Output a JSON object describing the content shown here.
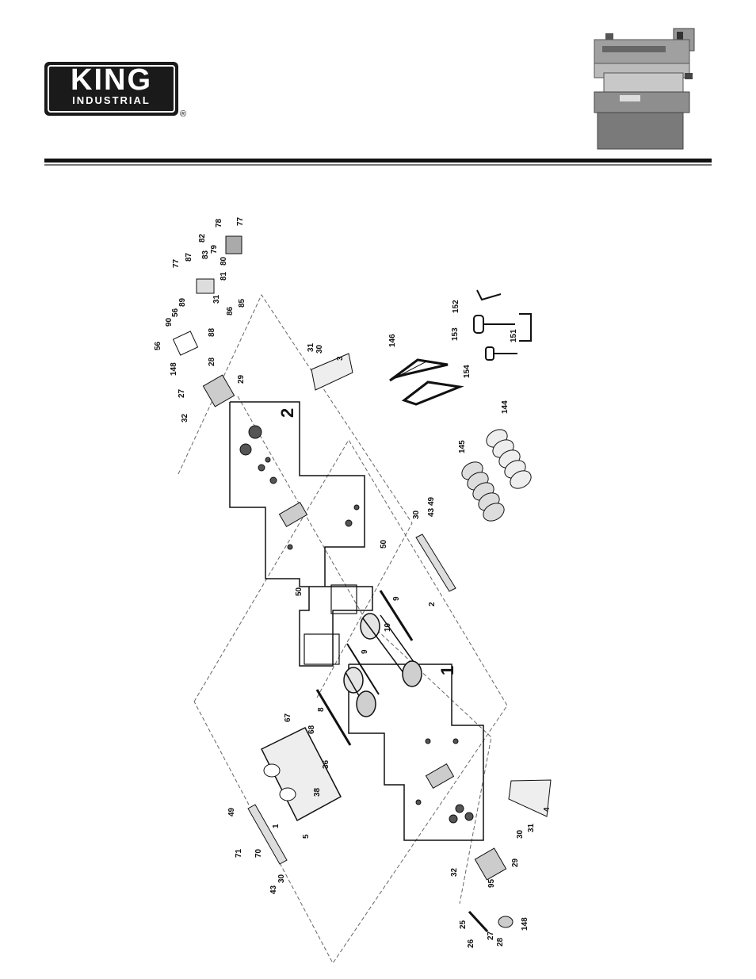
{
  "brand": {
    "name": "KING",
    "subtitle": "INDUSTRIAL",
    "registered_mark": "®"
  },
  "colors": {
    "primary": "#111111",
    "machine_body": "#9a9a9a",
    "machine_dark": "#555555"
  },
  "group_labels": [
    {
      "id": "g1",
      "text": "1"
    },
    {
      "id": "g2",
      "text": "2"
    }
  ],
  "callouts": [
    "78",
    "77",
    "82",
    "87",
    "79",
    "83",
    "80",
    "77",
    "81",
    "85",
    "86",
    "31",
    "88",
    "89",
    "56",
    "90",
    "56",
    "148",
    "28",
    "27",
    "29",
    "32",
    "31",
    "30",
    "3",
    "146",
    "152",
    "153",
    "151",
    "154",
    "144",
    "145",
    "30",
    "49",
    "43",
    "50",
    "2",
    "50",
    "9",
    "10",
    "9",
    "8",
    "67",
    "68",
    "36",
    "38",
    "5",
    "49",
    "1",
    "71",
    "70",
    "43",
    "30",
    "4",
    "30",
    "31",
    "32",
    "29",
    "95",
    "25",
    "26",
    "27",
    "28",
    "148"
  ]
}
